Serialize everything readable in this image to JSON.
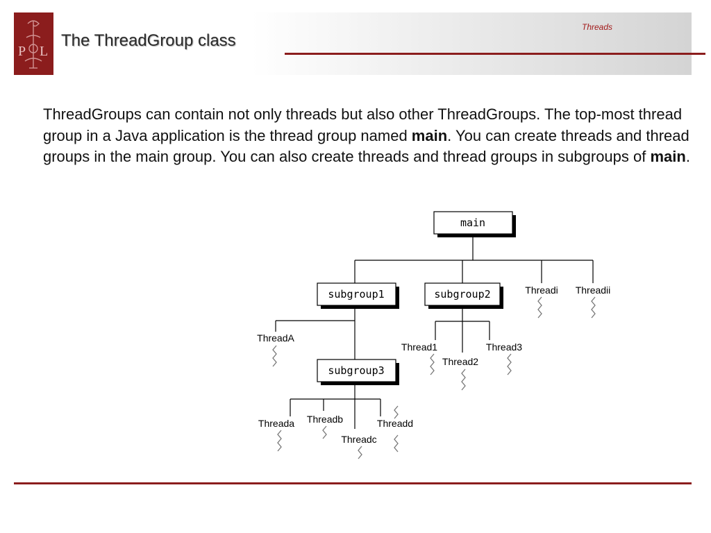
{
  "header": {
    "title": "The ThreadGroup class",
    "section": "Threads",
    "logo_letters": "PL"
  },
  "body": {
    "part1": "ThreadGroups can contain not only threads but also other ThreadGroups. The top-most thread group in a Java application is the thread group named ",
    "bold1": "main",
    "part2": ". You can create threads and thread groups in the main group. You can also create threads and thread groups in subgroups of ",
    "bold2": "main",
    "part3": "."
  },
  "diagram": {
    "groups": {
      "main": "main",
      "subgroup1": "subgroup1",
      "subgroup2": "subgroup2",
      "subgroup3": "subgroup3"
    },
    "threads": {
      "threadi": "Threadi",
      "threadii": "Threadii",
      "threadA": "ThreadA",
      "thread1": "Thread1",
      "thread2": "Thread2",
      "thread3": "Thread3",
      "threada": "Threada",
      "threadb": "Threadb",
      "threadc": "Threadc",
      "threadd": "Threadd"
    }
  },
  "colors": {
    "accent": "#8b1d1d",
    "section_label": "#a21a1a"
  }
}
